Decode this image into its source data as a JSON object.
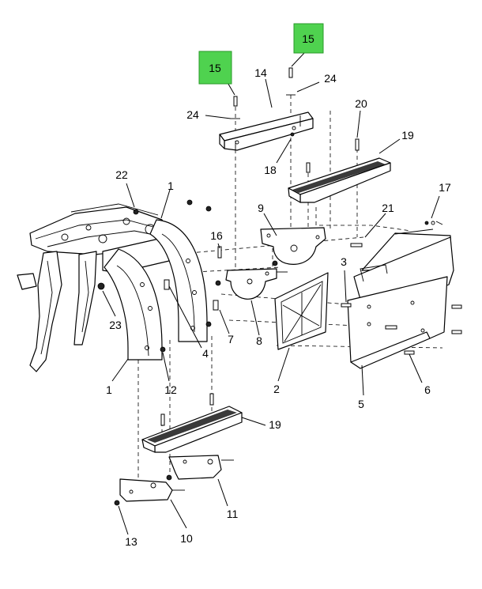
{
  "colors": {
    "highlight_fill": "#4fd24f",
    "highlight_stroke": "#2a9a2a",
    "line": "#000000",
    "background": "#ffffff"
  },
  "callouts": {
    "c1a": "1",
    "c1b": "1",
    "c2": "2",
    "c3": "3",
    "c4": "4",
    "c5": "5",
    "c6": "6",
    "c7": "7",
    "c8": "8",
    "c9": "9",
    "c10": "10",
    "c11": "11",
    "c12": "12",
    "c13": "13",
    "c14": "14",
    "c15a": "15",
    "c15b": "15",
    "c16": "16",
    "c17": "17",
    "c18": "18",
    "c19a": "19",
    "c19b": "19",
    "c20": "20",
    "c21": "21",
    "c22": "22",
    "c23": "23",
    "c24a": "24",
    "c24b": "24"
  }
}
